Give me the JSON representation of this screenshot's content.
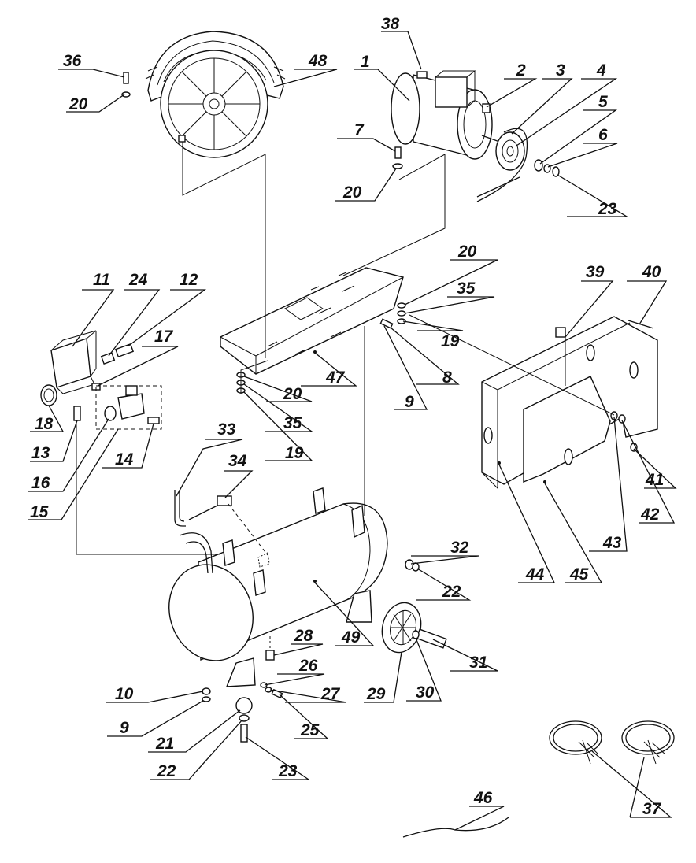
{
  "diagram": {
    "labels": {
      "p1": "1",
      "p2": "2",
      "p3": "3",
      "p4": "4",
      "p5": "5",
      "p6": "6",
      "p7": "7",
      "p8": "8",
      "p9a": "9",
      "p9b": "9",
      "p10": "10",
      "p11": "11",
      "p12": "12",
      "p13": "13",
      "p14": "14",
      "p15": "15",
      "p16": "16",
      "p17": "17",
      "p18": "18",
      "p19a": "19",
      "p19b": "19",
      "p20a": "20",
      "p20b": "20",
      "p20c": "20",
      "p20d": "20",
      "p21": "21",
      "p22a": "22",
      "p22b": "22",
      "p23a": "23",
      "p23b": "23",
      "p24": "24",
      "p25": "25",
      "p26": "26",
      "p27": "27",
      "p28": "28",
      "p29": "29",
      "p30": "30",
      "p31": "31",
      "p32": "32",
      "p33": "33",
      "p34": "34",
      "p35a": "35",
      "p35b": "35",
      "p36": "36",
      "p37": "37",
      "p38": "38",
      "p39": "39",
      "p40": "40",
      "p41": "41",
      "p42": "42",
      "p43": "43",
      "p44": "44",
      "p45": "45",
      "p46": "46",
      "p47": "47",
      "p48": "48",
      "p49": "49"
    }
  }
}
